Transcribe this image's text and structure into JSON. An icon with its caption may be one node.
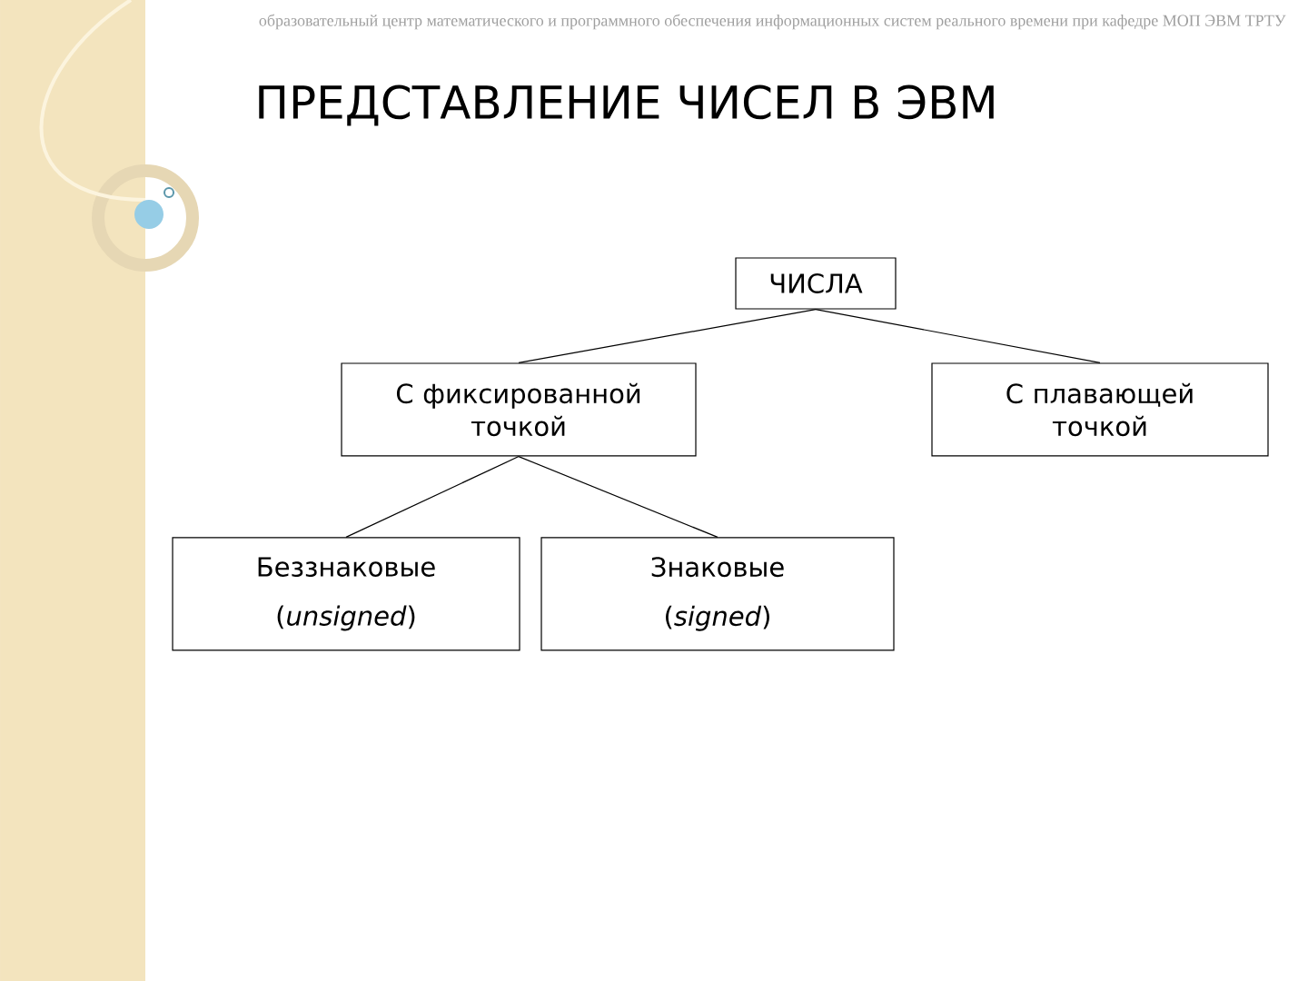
{
  "diagram": {
    "title": "ПРЕДСТАВЛЕНИЕ ЧИСЕЛ В ЭВМ",
    "nodes": [
      {
        "text": [
          "ЧИСЛА"
        ]
      },
      {
        "text": [
          "С фиксированной точкой"
        ]
      },
      {
        "text": [
          "С плавающей точкой"
        ]
      },
      {
        "text": [
          "Беззнаковые",
          "(*unsigned*)"
        ]
      },
      {
        "text": [
          "Знаковые",
          "(*signed*)"
        ]
      }
    ],
    "edges": [
      {
        "from": 0,
        "to": 1,
        "arrow": "none"
      },
      {
        "from": 0,
        "to": 2,
        "arrow": "none"
      },
      {
        "from": 1,
        "to": 3,
        "arrow": "none"
      },
      {
        "from": 1,
        "to": 4,
        "arrow": "none"
      }
    ],
    "labels": [
      "образовательный центр математического и программного обеспечения информационных систем реального времени при кафедре МОП ЭВМ ТРТУ"
    ]
  }
}
